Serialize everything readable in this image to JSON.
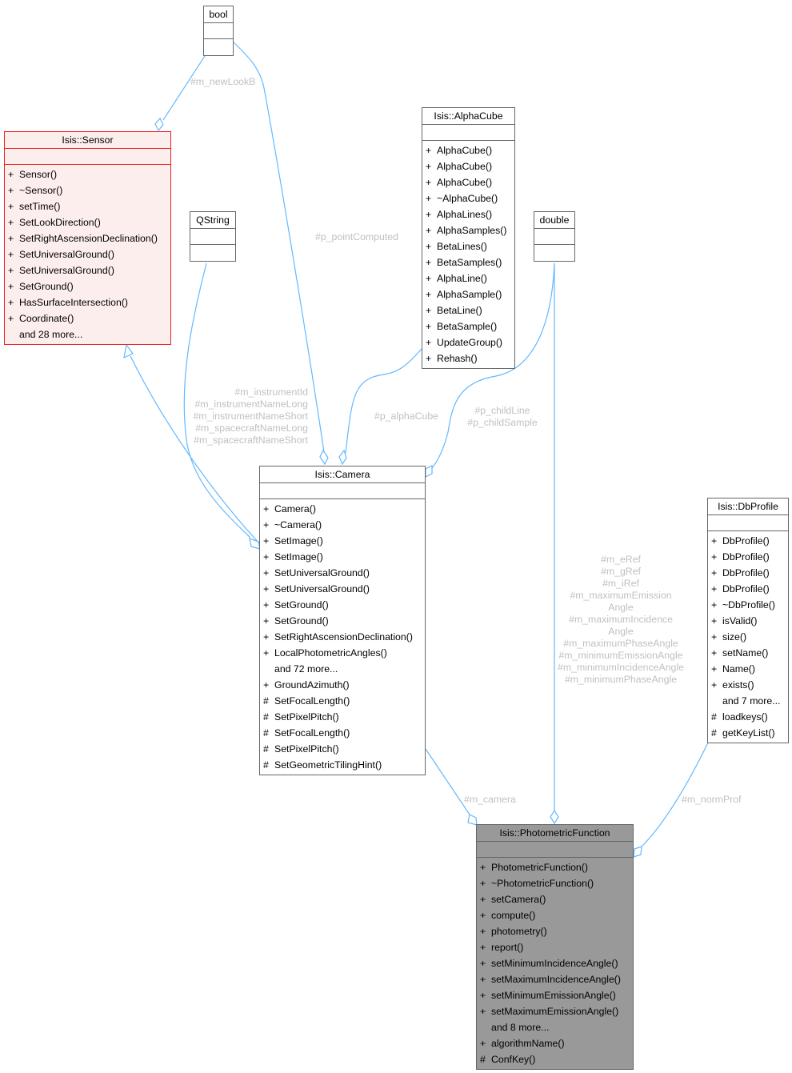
{
  "diagram": {
    "edge_color": "#63b8ff",
    "label_color": "#c0c0c0",
    "nodes": {
      "bool": {
        "name": "bool",
        "methods": []
      },
      "qstring": {
        "name": "QString",
        "methods": []
      },
      "double": {
        "name": "double",
        "methods": []
      },
      "sensor": {
        "name": "Isis::Sensor",
        "border_color": "#e8221f",
        "fill_color": "#fdeeee",
        "methods": [
          {
            "vis": "+",
            "name": "Sensor()"
          },
          {
            "vis": "+",
            "name": "~Sensor()"
          },
          {
            "vis": "+",
            "name": "setTime()"
          },
          {
            "vis": "+",
            "name": "SetLookDirection()"
          },
          {
            "vis": "+",
            "name": "SetRightAscensionDeclination()"
          },
          {
            "vis": "+",
            "name": "SetUniversalGround()"
          },
          {
            "vis": "+",
            "name": "SetUniversalGround()"
          },
          {
            "vis": "+",
            "name": "SetGround()"
          },
          {
            "vis": "+",
            "name": "HasSurfaceIntersection()"
          },
          {
            "vis": "+",
            "name": "Coordinate()"
          },
          {
            "vis": "",
            "name": "and 28 more..."
          }
        ]
      },
      "alphacube": {
        "name": "Isis::AlphaCube",
        "methods": [
          {
            "vis": "+",
            "name": "AlphaCube()"
          },
          {
            "vis": "+",
            "name": "AlphaCube()"
          },
          {
            "vis": "+",
            "name": "AlphaCube()"
          },
          {
            "vis": "+",
            "name": "~AlphaCube()"
          },
          {
            "vis": "+",
            "name": "AlphaLines()"
          },
          {
            "vis": "+",
            "name": "AlphaSamples()"
          },
          {
            "vis": "+",
            "name": "BetaLines()"
          },
          {
            "vis": "+",
            "name": "BetaSamples()"
          },
          {
            "vis": "+",
            "name": "AlphaLine()"
          },
          {
            "vis": "+",
            "name": "AlphaSample()"
          },
          {
            "vis": "+",
            "name": "BetaLine()"
          },
          {
            "vis": "+",
            "name": "BetaSample()"
          },
          {
            "vis": "+",
            "name": "UpdateGroup()"
          },
          {
            "vis": "+",
            "name": "Rehash()"
          }
        ]
      },
      "camera": {
        "name": "Isis::Camera",
        "methods": [
          {
            "vis": "+",
            "name": "Camera()"
          },
          {
            "vis": "+",
            "name": "~Camera()"
          },
          {
            "vis": "+",
            "name": "SetImage()"
          },
          {
            "vis": "+",
            "name": "SetImage()"
          },
          {
            "vis": "+",
            "name": "SetUniversalGround()"
          },
          {
            "vis": "+",
            "name": "SetUniversalGround()"
          },
          {
            "vis": "+",
            "name": "SetGround()"
          },
          {
            "vis": "+",
            "name": "SetGround()"
          },
          {
            "vis": "+",
            "name": "SetRightAscensionDeclination()"
          },
          {
            "vis": "+",
            "name": "LocalPhotometricAngles()"
          },
          {
            "vis": "",
            "name": "and 72 more..."
          },
          {
            "vis": "+",
            "name": "GroundAzimuth()"
          },
          {
            "vis": "#",
            "name": "SetFocalLength()"
          },
          {
            "vis": "#",
            "name": "SetPixelPitch()"
          },
          {
            "vis": "#",
            "name": "SetFocalLength()"
          },
          {
            "vis": "#",
            "name": "SetPixelPitch()"
          },
          {
            "vis": "#",
            "name": "SetGeometricTilingHint()"
          }
        ]
      },
      "dbprofile": {
        "name": "Isis::DbProfile",
        "methods": [
          {
            "vis": "+",
            "name": "DbProfile()"
          },
          {
            "vis": "+",
            "name": "DbProfile()"
          },
          {
            "vis": "+",
            "name": "DbProfile()"
          },
          {
            "vis": "+",
            "name": "DbProfile()"
          },
          {
            "vis": "+",
            "name": "~DbProfile()"
          },
          {
            "vis": "+",
            "name": "isValid()"
          },
          {
            "vis": "+",
            "name": "size()"
          },
          {
            "vis": "+",
            "name": "setName()"
          },
          {
            "vis": "+",
            "name": "Name()"
          },
          {
            "vis": "+",
            "name": "exists()"
          },
          {
            "vis": "",
            "name": "and 7 more..."
          },
          {
            "vis": "#",
            "name": "loadkeys()"
          },
          {
            "vis": "#",
            "name": "getKeyList()"
          }
        ]
      },
      "photometric": {
        "name": "Isis::PhotometricFunction",
        "fill_color": "#999999",
        "methods": [
          {
            "vis": "+",
            "name": "PhotometricFunction()"
          },
          {
            "vis": "+",
            "name": "~PhotometricFunction()"
          },
          {
            "vis": "+",
            "name": "setCamera()"
          },
          {
            "vis": "+",
            "name": "compute()"
          },
          {
            "vis": "+",
            "name": "photometry()"
          },
          {
            "vis": "+",
            "name": "report()"
          },
          {
            "vis": "+",
            "name": "setMinimumIncidenceAngle()"
          },
          {
            "vis": "+",
            "name": "setMaximumIncidenceAngle()"
          },
          {
            "vis": "+",
            "name": "setMinimumEmissionAngle()"
          },
          {
            "vis": "+",
            "name": "setMaximumEmissionAngle()"
          },
          {
            "vis": "",
            "name": "and 8 more..."
          },
          {
            "vis": "+",
            "name": "algorithmName()"
          },
          {
            "vis": "#",
            "name": "ConfKey()"
          }
        ]
      }
    },
    "edges": [
      {
        "from": "bool",
        "to": "sensor",
        "kind": "composition",
        "label": "#m_newLookB"
      },
      {
        "from": "bool",
        "to": "camera",
        "kind": "composition",
        "label": "#p_pointComputed"
      },
      {
        "from": "camera",
        "to": "sensor",
        "kind": "inheritance",
        "label": ""
      },
      {
        "from": "qstring",
        "to": "camera",
        "kind": "composition",
        "label": "#m_instrumentId\n#m_instrumentNameLong\n#m_instrumentNameShort\n#m_spacecraftNameLong\n#m_spacecraftNameShort"
      },
      {
        "from": "alphacube",
        "to": "camera",
        "kind": "composition",
        "label": "#p_alphaCube"
      },
      {
        "from": "double",
        "to": "camera",
        "kind": "composition",
        "label": "#p_childLine\n#p_childSample"
      },
      {
        "from": "camera",
        "to": "photometric",
        "kind": "composition",
        "label": "#m_camera"
      },
      {
        "from": "double",
        "to": "photometric",
        "kind": "composition",
        "label": "#m_eRef\n#m_gRef\n#m_iRef\n#m_maximumEmission\nAngle\n#m_maximumIncidence\nAngle\n#m_maximumPhaseAngle\n#m_minimumEmissionAngle\n#m_minimumIncidenceAngle\n#m_minimumPhaseAngle"
      },
      {
        "from": "dbprofile",
        "to": "photometric",
        "kind": "composition",
        "label": "#m_normProf"
      }
    ]
  }
}
